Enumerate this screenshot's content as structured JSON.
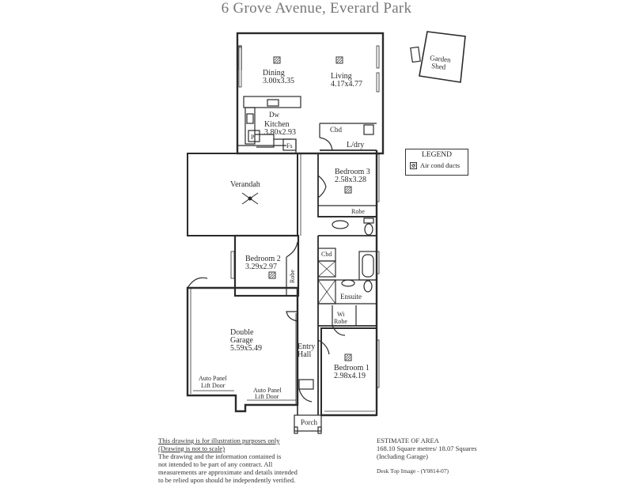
{
  "title": "6 Grove Avenue, Everard Park",
  "rooms": {
    "dining": {
      "name": "Dining",
      "size": "3.00x3.35"
    },
    "living": {
      "name": "Living",
      "size": "4.17x4.77"
    },
    "kitchen": {
      "name": "Kitchen",
      "size": "3.80x2.93"
    },
    "ldry": {
      "name": "L/dry"
    },
    "bedroom3": {
      "name": "Bedroom 3",
      "size": "2.58x3.28"
    },
    "verandah": {
      "name": "Verandah"
    },
    "bedroom2": {
      "name": "Bedroom 2",
      "size": "3.29x2.97"
    },
    "garage": {
      "name_1": "Double",
      "name_2": "Garage",
      "size": "5.59x5.49"
    },
    "ensuite": {
      "name": "Ensuite"
    },
    "wirobe": {
      "name_1": "Wi",
      "name_2": "Robe"
    },
    "entry": {
      "name_1": "Entry",
      "name_2": "Hall"
    },
    "bedroom1": {
      "name": "Bedroom 1",
      "size": "2.98x4.19"
    },
    "porch": {
      "name": "Porch"
    },
    "shed": {
      "name_1": "Garden",
      "name_2": "Shed"
    }
  },
  "fixtures": {
    "dw": "Dw",
    "p": "P",
    "fs": "Fs",
    "cbd_ldry": "Cbd",
    "cbd_bath": "Cbd",
    "robe_bed3": "Robe",
    "robe_bed2": "Robe",
    "auto_door_left_1": "Auto Panel",
    "auto_door_left_2": "Lift Door",
    "auto_door_right_1": "Auto Panel",
    "auto_door_right_2": "Lift Door"
  },
  "legend": {
    "title": "LEGEND",
    "item": "Air cond ducts"
  },
  "disclaimer": {
    "line1": "This drawing is for illustration purposes only",
    "line2": "(Drawing is not to scale)",
    "line3": "The drawing and the information contained is",
    "line4": "not intended to be part of any contract.  All",
    "line5": "measurements are approximate and details intended",
    "line6": "to be relied upon should be independently verified."
  },
  "area": {
    "heading": "ESTIMATE OF AREA",
    "line1": "168.10 Square metres/ 18.07  Squares",
    "line2": "(Including Garage)",
    "credit": "Desk Top Image - (Y0814-07)"
  }
}
